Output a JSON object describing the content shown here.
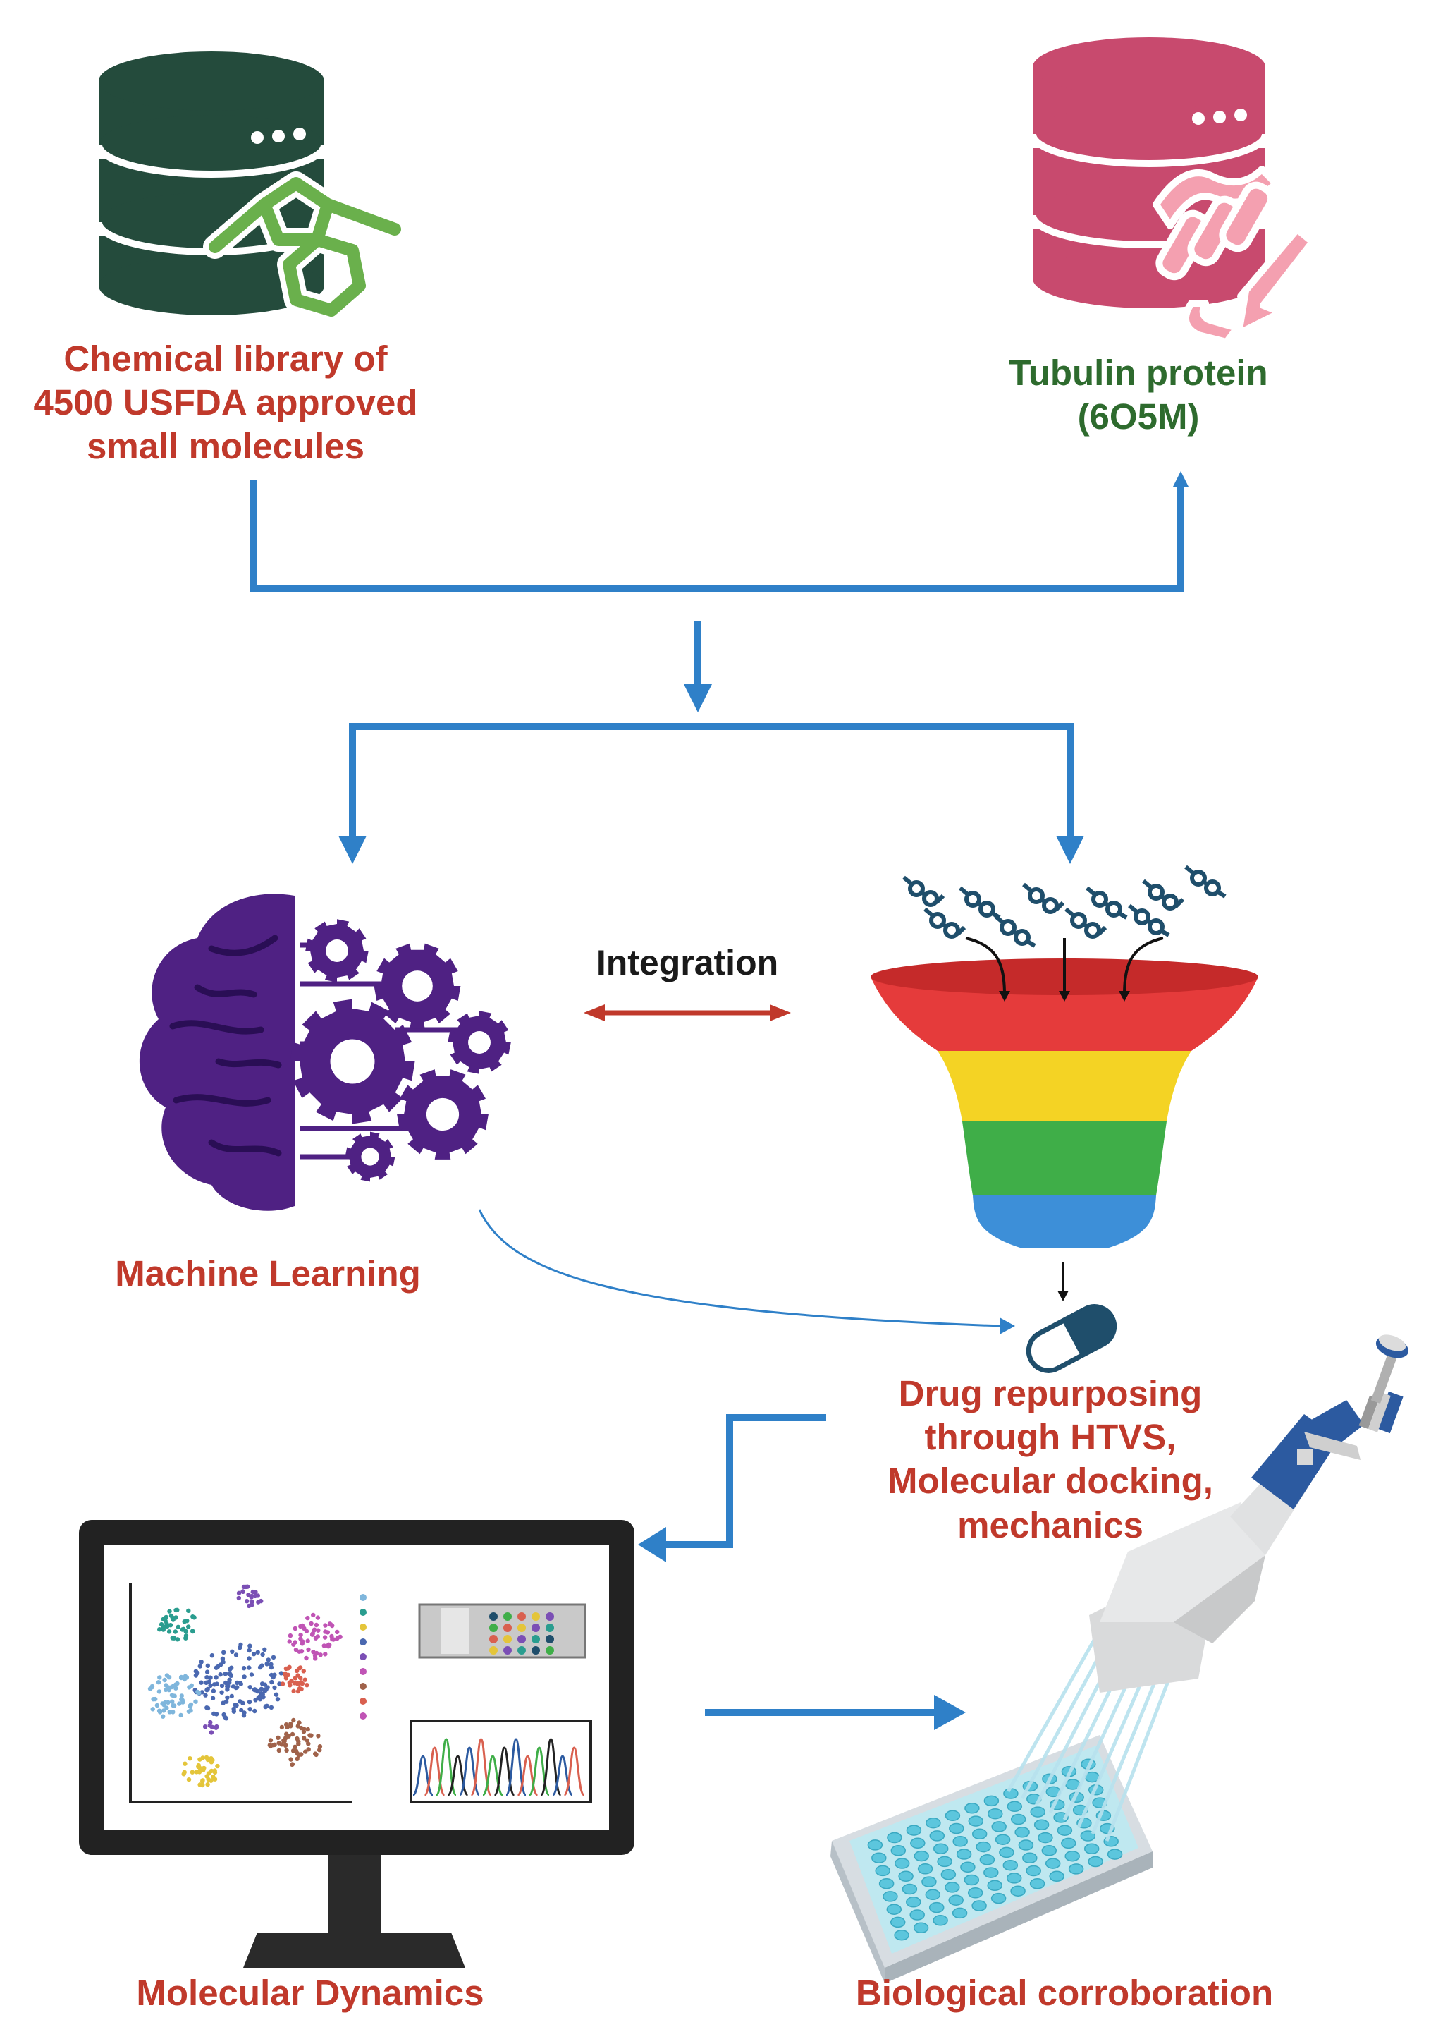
{
  "colors": {
    "label_red": "#c0392b",
    "label_green": "#2e6b2e",
    "arrow_blue": "#2f80c8",
    "arrow_red": "#c0392b",
    "db_dark_green": "#244b3c",
    "molecule_green": "#6ab04c",
    "db_pink": "#c84a6e",
    "protein_pink": "#f4a0b0",
    "brain_purple": "#4f2183",
    "funnel_red": "#e53b3b",
    "funnel_yellow": "#f4d324",
    "funnel_green": "#3fae48",
    "funnel_blue": "#3d8fd8",
    "pill_navy": "#1f4e6b",
    "pipette_blue": "#2c5aa0",
    "plate_cyan": "#5cc6dd"
  },
  "nodes": {
    "chemical_library": {
      "icon": "database-molecule-icon",
      "lines": [
        "Chemical library of",
        "4500 USFDA approved",
        "small molecules"
      ]
    },
    "tubulin": {
      "icon": "database-protein-icon",
      "lines": [
        "Tubulin protein",
        "(6O5M)"
      ]
    },
    "machine_learning": {
      "icon": "brain-gears-icon",
      "label": "Machine Learning"
    },
    "integration": {
      "icon": "double-arrow-icon",
      "label": "Integration"
    },
    "drug_repurposing": {
      "icon": "funnel-icon",
      "pill_icon": "pill-icon",
      "lines": [
        "Drug repurposing",
        "through HTVS,",
        "Molecular docking,",
        "mechanics"
      ]
    },
    "molecular_dynamics": {
      "icon": "monitor-icon",
      "label": "Molecular Dynamics"
    },
    "biological": {
      "icon": "pipette-plate-icon",
      "label": "Biological corroboration"
    }
  }
}
